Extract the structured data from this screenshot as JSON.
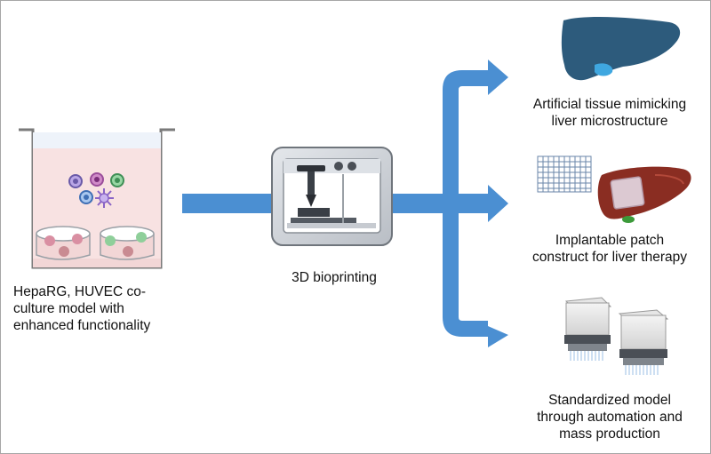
{
  "labels": {
    "source": "HepaRG, HUVEC co-\nculture model with\nenhanced functionality",
    "process": "3D bioprinting",
    "output_1": "Artificial tissue mimicking\nliver microstructure",
    "output_2": "Implantable patch\nconstruct for liver therapy",
    "output_3": "Standardized model\nthrough automation and\nmass production"
  },
  "icons": {
    "culture": "culture-well-icon",
    "printer": "bioprinter-icon",
    "liver": "liver-icon",
    "patch": "liver-patch-icon",
    "automation": "pipette-head-icon"
  },
  "colors": {
    "arrow": "#4b8fd2",
    "liver": "#2d5b7c",
    "liver_red": "#8a2d22",
    "medium": "#f8e2e2",
    "border": "#a6a6a6"
  }
}
